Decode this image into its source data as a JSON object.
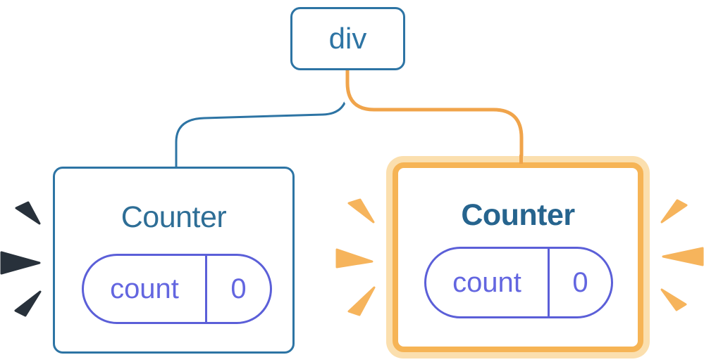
{
  "root_node": {
    "label": "div"
  },
  "left_counter": {
    "title": "Counter",
    "state": {
      "key": "count",
      "value": "0"
    },
    "highlighted": false,
    "sparks_icon": "poof-burst-icon"
  },
  "right_counter": {
    "title": "Counter",
    "state": {
      "key": "count",
      "value": "0"
    },
    "highlighted": true,
    "sparks_icon": "glow-burst-icon"
  },
  "colors": {
    "blue": "#2d74a4",
    "blue-text": "#2e6e96",
    "teal-dark": "#26648e",
    "indigo": "#5b5fd8",
    "indigo-text": "#6366e0",
    "orange": "#f6b455",
    "orange-deep": "#f0a44b",
    "cream": "#fbdfae",
    "spark-orange": "#f6b45c",
    "spark-dark": "#28313b"
  }
}
